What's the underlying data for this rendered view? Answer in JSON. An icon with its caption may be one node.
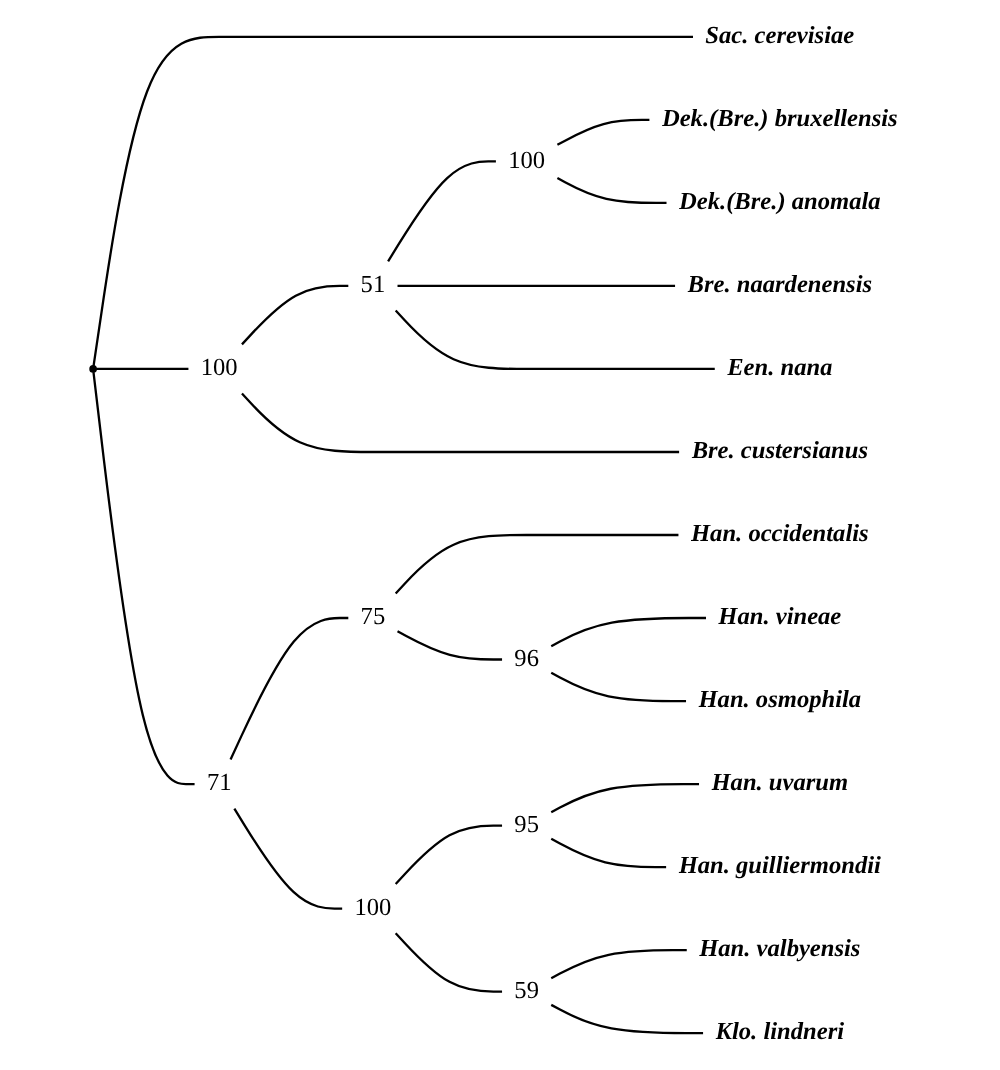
{
  "diagram": {
    "nodes": [
      {
        "text": [],
        "shape": "circle"
      },
      {
        "text": [
          "Sac. cerevisiae"
        ]
      },
      {
        "text": [
          "100"
        ]
      },
      {
        "text": [
          "51"
        ]
      },
      {
        "text": [
          "100"
        ]
      },
      {
        "text": [
          "Dek.(Bre.) bruxellensis"
        ]
      },
      {
        "text": [
          "Dek.(Bre.) anomala"
        ]
      },
      {
        "text": [
          "Bre. naardenensis"
        ]
      },
      {
        "text": [
          "Een. nana"
        ]
      },
      {
        "text": [
          "Bre. custersianus"
        ]
      },
      {
        "text": [
          "71"
        ]
      },
      {
        "text": [
          "75"
        ]
      },
      {
        "text": [
          "Han. occidentalis"
        ]
      },
      {
        "text": [
          "96"
        ]
      },
      {
        "text": [
          "Han. vineae"
        ]
      },
      {
        "text": [
          "Han. osmophila"
        ]
      },
      {
        "text": [
          "100"
        ]
      },
      {
        "text": [
          "95"
        ]
      },
      {
        "text": [
          "Han. uvarum"
        ]
      },
      {
        "text": [
          "Han. guilliermondii"
        ]
      },
      {
        "text": [
          "59"
        ]
      },
      {
        "text": [
          "Han. valbyensis"
        ]
      },
      {
        "text": [
          "Klo. lindneri"
        ]
      }
    ],
    "edges": [
      {
        "from": 0,
        "to": 1,
        "arrow": "none"
      },
      {
        "from": 0,
        "to": 2,
        "arrow": "none"
      },
      {
        "from": 0,
        "to": 10,
        "arrow": "none"
      },
      {
        "from": 2,
        "to": 3,
        "arrow": "none"
      },
      {
        "from": 2,
        "to": 9,
        "arrow": "none"
      },
      {
        "from": 3,
        "to": 4,
        "arrow": "none"
      },
      {
        "from": 3,
        "to": 7,
        "arrow": "none"
      },
      {
        "from": 3,
        "to": 8,
        "arrow": "none"
      },
      {
        "from": 4,
        "to": 5,
        "arrow": "none"
      },
      {
        "from": 4,
        "to": 6,
        "arrow": "none"
      },
      {
        "from": 10,
        "to": 11,
        "arrow": "none"
      },
      {
        "from": 10,
        "to": 16,
        "arrow": "none"
      },
      {
        "from": 11,
        "to": 12,
        "arrow": "none"
      },
      {
        "from": 11,
        "to": 13,
        "arrow": "none"
      },
      {
        "from": 13,
        "to": 14,
        "arrow": "none"
      },
      {
        "from": 13,
        "to": 15,
        "arrow": "none"
      },
      {
        "from": 16,
        "to": 17,
        "arrow": "none"
      },
      {
        "from": 16,
        "to": 20,
        "arrow": "none"
      },
      {
        "from": 17,
        "to": 18,
        "arrow": "none"
      },
      {
        "from": 17,
        "to": 19,
        "arrow": "none"
      },
      {
        "from": 20,
        "to": 21,
        "arrow": "none"
      },
      {
        "from": 20,
        "to": 22,
        "arrow": "none"
      }
    ]
  }
}
